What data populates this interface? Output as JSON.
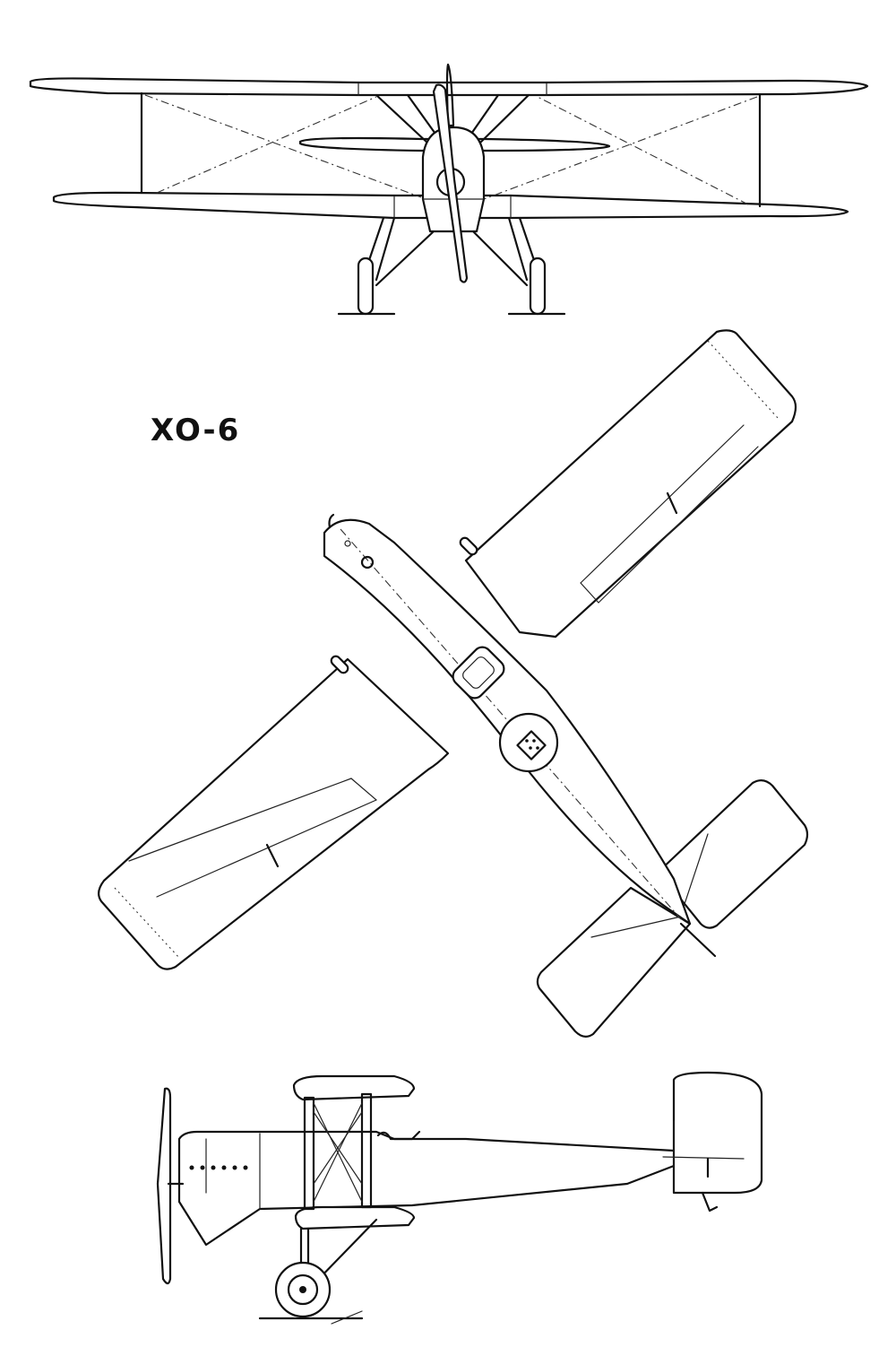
{
  "designation": "XO-6",
  "views": [
    {
      "name": "front-view"
    },
    {
      "name": "top-view"
    },
    {
      "name": "side-view"
    }
  ],
  "colors": {
    "ink": "#111111",
    "paper": "#ffffff"
  }
}
